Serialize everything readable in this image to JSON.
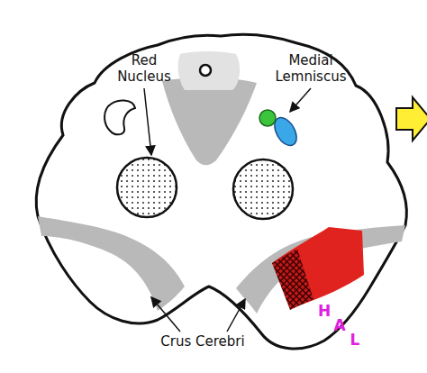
{
  "diagram": {
    "labels": [
      "Red Nucleus",
      "Medial Lemniscus",
      "Crus Cerebri",
      "H",
      "A",
      "L"
    ]
  }
}
